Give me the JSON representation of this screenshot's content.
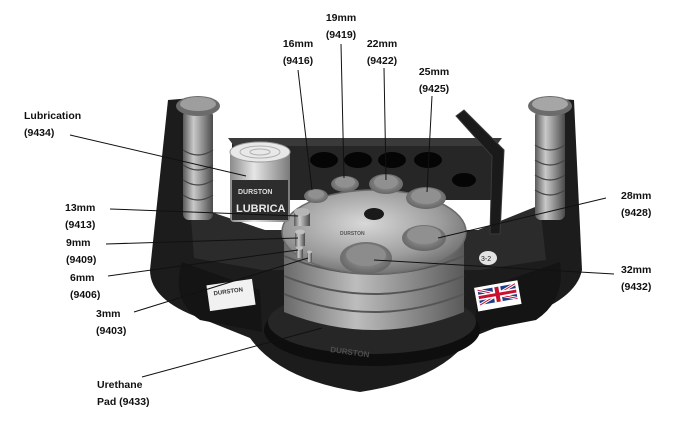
{
  "labels": {
    "mm19": {
      "size": "19mm",
      "code": "(9419)"
    },
    "mm16": {
      "size": "16mm",
      "code": "(9416)"
    },
    "mm22": {
      "size": "22mm",
      "code": "(9422)"
    },
    "mm25": {
      "size": "25mm",
      "code": "(9425)"
    },
    "lubrication": {
      "size": "Lubrication",
      "code": "(9434)"
    },
    "mm28": {
      "size": "28mm",
      "code": "(9428)"
    },
    "mm13": {
      "size": "13mm",
      "code": "(9413)"
    },
    "mm9": {
      "size": "9mm",
      "code": "(9409)"
    },
    "mm6": {
      "size": "6mm",
      "code": "(9406)"
    },
    "mm32": {
      "size": "32mm",
      "code": "(9432)"
    },
    "mm3": {
      "size": "3mm",
      "code": "(9403)"
    },
    "urethane": {
      "size": "Urethane",
      "code": "Pad (9433)"
    }
  },
  "product": {
    "brand": "DURSTON",
    "jar_text": "LUBRICA",
    "base_emboss": "DURSTON",
    "plate_text": "DURSTON",
    "block_number": "3-2"
  },
  "colors": {
    "base": "#1e1e1e",
    "steel": "#9a9a9a",
    "leader": "#111111"
  }
}
